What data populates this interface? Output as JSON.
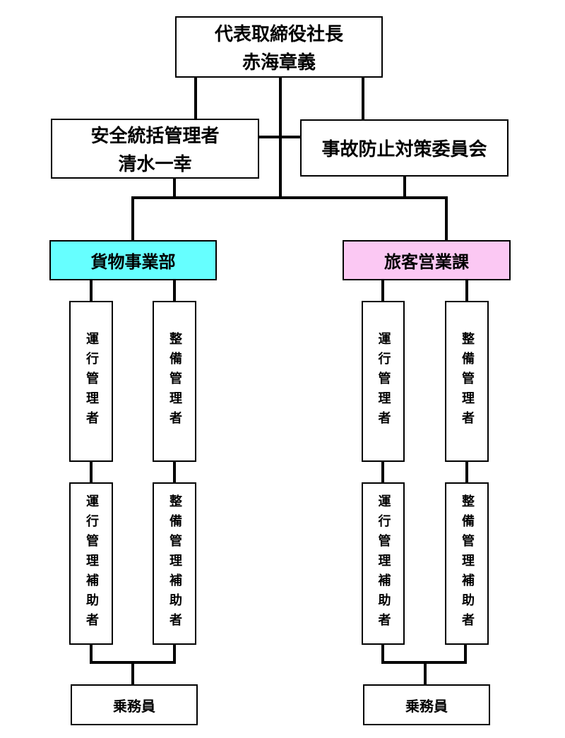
{
  "diagram": {
    "title_hint": "safety management organization chart",
    "president": {
      "title": "代表取締役社長",
      "name": "赤海章義"
    },
    "safety_manager": {
      "title": "安全統括管理者",
      "name": "清水一幸"
    },
    "committee": {
      "title": "事故防止対策委員会"
    },
    "divisions": [
      {
        "label": "貨物事業部",
        "color": "#66FFFF",
        "operation_manager": "運行管理者",
        "maintenance_manager": "整備管理者",
        "operation_assistant": "運行管理補助者",
        "maintenance_assistant": "整備管理補助者",
        "crew": "乗務員"
      },
      {
        "label": "旅客営業課",
        "color": "#FBC8F3",
        "operation_manager": "運行管理者",
        "maintenance_manager": "整備管理者",
        "operation_assistant": "運行管理補助者",
        "maintenance_assistant": "整備管理補助者",
        "crew": "乗務員"
      }
    ],
    "line_color": "#000000"
  }
}
